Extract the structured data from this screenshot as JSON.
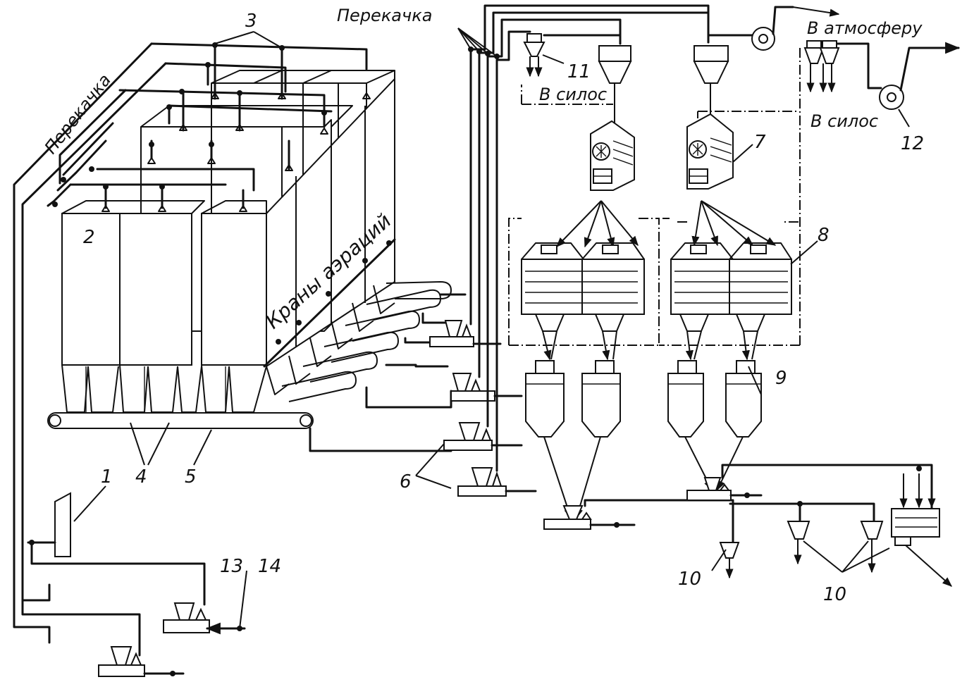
{
  "labels": {
    "perekachka_left": "Перекачка",
    "perekachka_top": "Перекачка",
    "krany_aeratsii": "Краны аэраций",
    "v_atmosferu": "В атмосферу",
    "v_silos_1": "В силос",
    "v_silos_2": "В силос"
  },
  "numbers": {
    "n1": "1",
    "n2": "2",
    "n3": "3",
    "n4": "4",
    "n5": "5",
    "n6": "6",
    "n7": "7",
    "n8": "8",
    "n9": "9",
    "n10a": "10",
    "n10b": "10",
    "n11": "11",
    "n12": "12",
    "n13": "13",
    "n14": "14"
  }
}
